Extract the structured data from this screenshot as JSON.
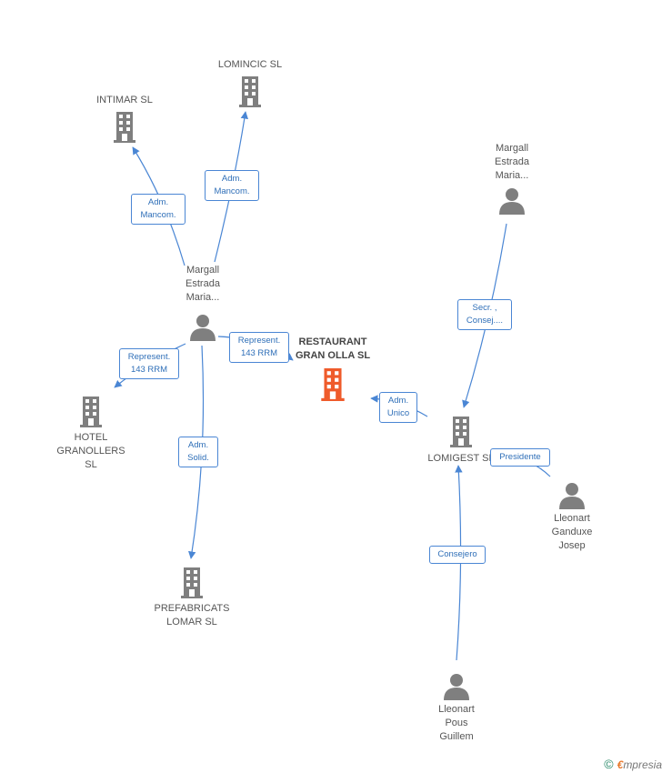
{
  "colors": {
    "company": "#7f7f7f",
    "highlight": "#ef5b2b",
    "person": "#7f7f7f",
    "edge": "#4a86d4"
  },
  "nodes": {
    "lomincic": {
      "label": "LOMINCIC SL",
      "icon": "building-icon"
    },
    "intimar": {
      "label": "INTIMAR  SL",
      "icon": "building-icon"
    },
    "margall_top": {
      "label": "Margall\nEstrada\nMaria...",
      "icon": "person-icon"
    },
    "margall_mid": {
      "label": "Margall\nEstrada\nMaria...",
      "icon": "person-icon"
    },
    "restaurant": {
      "label": "RESTAURANT\nGRAN OLLA SL",
      "icon": "building-icon"
    },
    "hotel": {
      "label": "HOTEL\nGRANOLLERS\nSL",
      "icon": "building-icon"
    },
    "lomigest": {
      "label": "LOMIGEST  SL",
      "icon": "building-icon"
    },
    "lleonart_ganduxe": {
      "label": "Lleonart\nGanduxe\nJosep",
      "icon": "person-icon"
    },
    "prefabricats": {
      "label": "PREFABRICATS\nLOMAR SL",
      "icon": "building-icon"
    },
    "lleonart_pous": {
      "label": "Lleonart\nPous\nGuillem",
      "icon": "person-icon"
    }
  },
  "edges": {
    "adm_mancom_1": "Adm.\nMancom.",
    "adm_mancom_2": "Adm.\nMancom.",
    "secr_consej": "Secr. ,\nConsej....",
    "represent_1": "Represent.\n143 RRM",
    "represent_2": "Represent.\n143 RRM",
    "adm_unico": "Adm.\nUnico",
    "presidente": "Presidente",
    "adm_solid": "Adm.\nSolid.",
    "consejero": "Consejero"
  },
  "footer": {
    "copyright": "©",
    "brand_first": "€",
    "brand_rest": "mpresia"
  }
}
